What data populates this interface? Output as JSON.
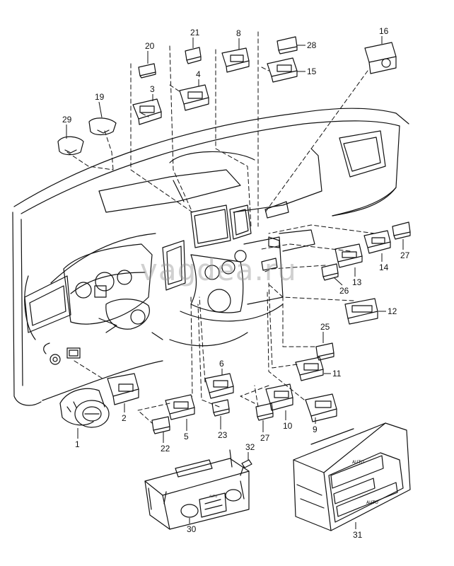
{
  "watermark": "vagdea.ru",
  "parts": [
    {
      "n": "1"
    },
    {
      "n": "2"
    },
    {
      "n": "3"
    },
    {
      "n": "4"
    },
    {
      "n": "5"
    },
    {
      "n": "6"
    },
    {
      "n": "8"
    },
    {
      "n": "9"
    },
    {
      "n": "10"
    },
    {
      "n": "11"
    },
    {
      "n": "12"
    },
    {
      "n": "13"
    },
    {
      "n": "14"
    },
    {
      "n": "15"
    },
    {
      "n": "16"
    },
    {
      "n": "19"
    },
    {
      "n": "20"
    },
    {
      "n": "21"
    },
    {
      "n": "22"
    },
    {
      "n": "23"
    },
    {
      "n": "25"
    },
    {
      "n": "26"
    },
    {
      "n": "27"
    },
    {
      "n": "27"
    },
    {
      "n": "28"
    },
    {
      "n": "29"
    },
    {
      "n": "30"
    },
    {
      "n": "31"
    },
    {
      "n": "32"
    }
  ],
  "panel_text": {
    "auto_rear": "AUTO",
    "auto_front": "AUTO",
    "auto_small": "AUTO"
  }
}
